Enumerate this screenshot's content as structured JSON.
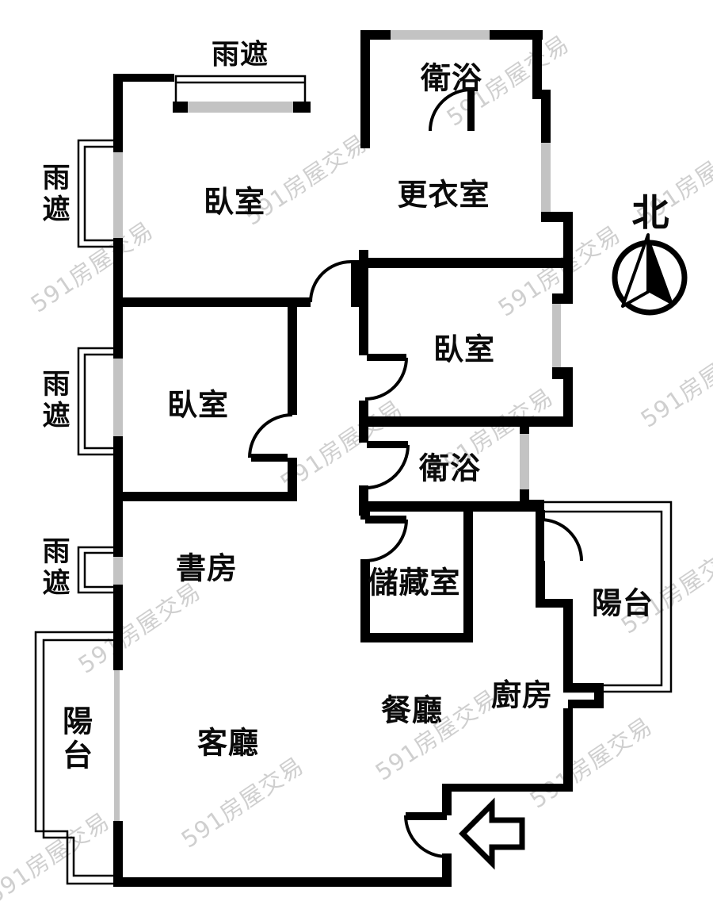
{
  "page": {
    "background": "#ffffff",
    "type_of_drawing": "apartment floor plan"
  },
  "watermark": {
    "text": "591房屋交易"
  },
  "compass": {
    "label": "北"
  },
  "canopies": {
    "top": "雨遮",
    "left_upper": "雨遮",
    "left_middle": "雨遮",
    "left_lower": "雨遮"
  },
  "rooms": {
    "bathroom_top": "衛浴",
    "walk_in_closet": "更衣室",
    "bedroom_top_left": "臥室",
    "bedroom_mid_left": "臥室",
    "bedroom_right": "臥室",
    "bathroom_mid": "衛浴",
    "study": "書房",
    "storage": "儲藏室",
    "balcony_right": "陽台",
    "balcony_left": "陽台",
    "kitchen": "廚房",
    "dining_room": "餐廳",
    "living_room": "客廳"
  },
  "colors": {
    "wall": "#000000",
    "window": "#c3c3c3",
    "watermark_gray": "#8f8f8f",
    "background": "#ffffff"
  }
}
